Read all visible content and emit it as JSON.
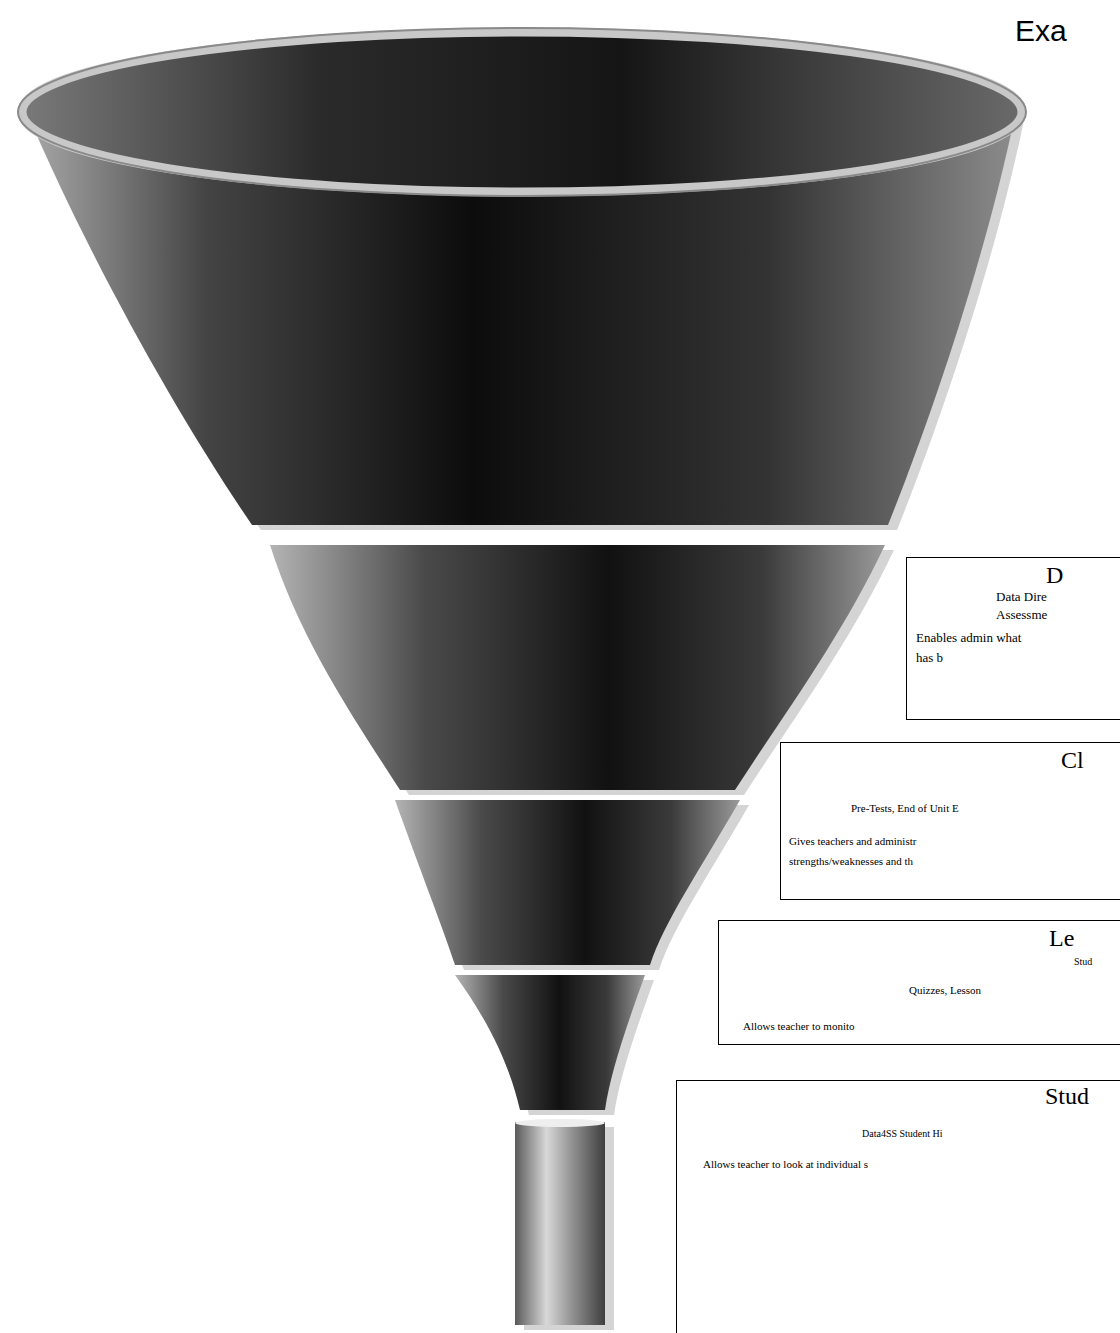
{
  "diagram": {
    "title": "Exa",
    "nodes": [
      {
        "text": [
          "D",
          "Data Dire Assessme",
          "Enables admin what has b"
        ]
      },
      {
        "text": [
          "Cl",
          "Pre-Tests, End of Unit E",
          "Gives teachers and administr strengths/weaknesses and th"
        ]
      },
      {
        "text": [
          "Le",
          "Stud",
          "Quizzes, Lesson",
          "Allows teacher to monito"
        ]
      },
      {
        "text": [
          "Stud",
          "Data4SS Student Hi",
          "Allows teacher to look at individual s"
        ]
      }
    ]
  }
}
